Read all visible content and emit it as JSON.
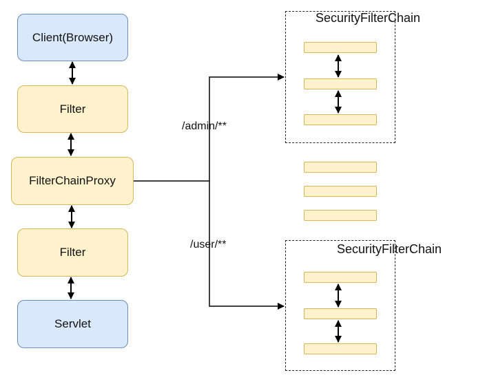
{
  "nodes": {
    "client": "Client(Browser)",
    "filter_top": "Filter",
    "proxy": "FilterChainProxy",
    "filter_bottom": "Filter",
    "servlet": "Servlet"
  },
  "routes": {
    "admin": "/admin/**",
    "user": "/user/**"
  },
  "chains": {
    "top_title": "SecurityFilterChain",
    "bottom_title": "SecurityFilterChain"
  },
  "colors": {
    "blue_fill": "#dae8fc",
    "blue_stroke": "#6c8ebf",
    "yellow_fill": "#fff2cc",
    "yellow_stroke": "#d6b656"
  }
}
